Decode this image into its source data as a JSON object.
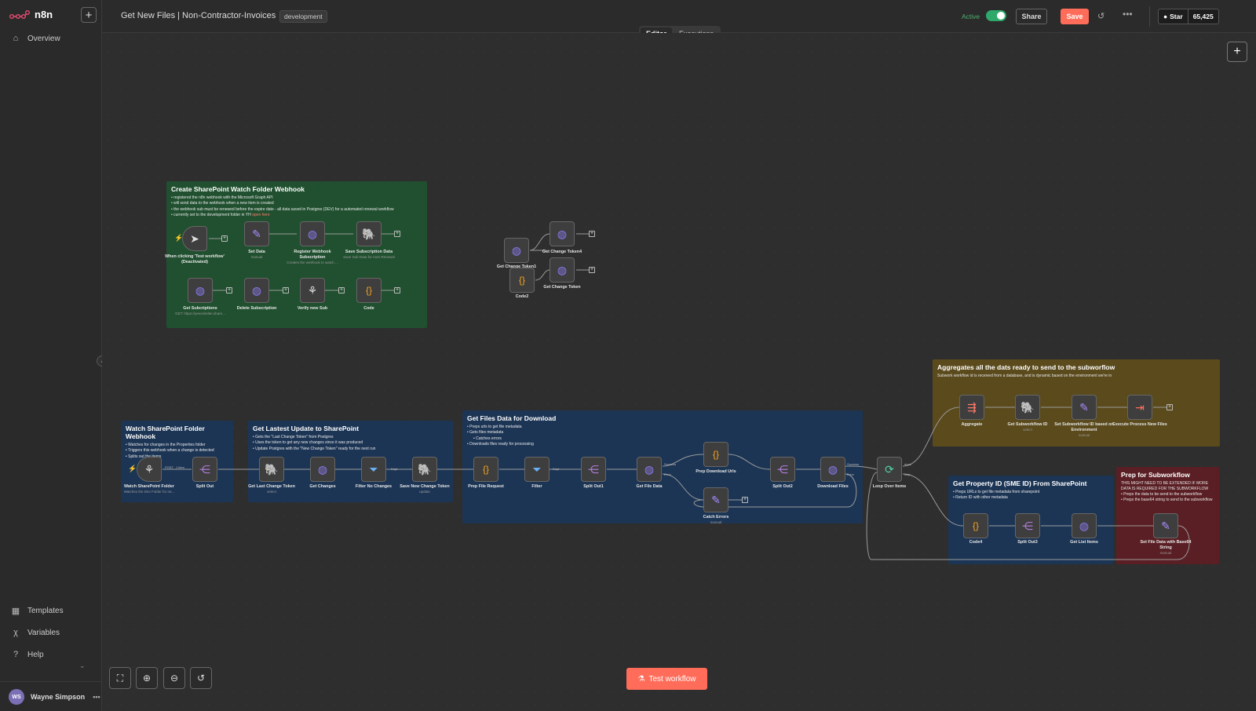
{
  "app": {
    "name": "n8n"
  },
  "sidebar": {
    "items": [
      {
        "label": "Overview",
        "icon": "home-icon"
      },
      {
        "label": "Templates",
        "icon": "templates-icon"
      },
      {
        "label": "Variables",
        "icon": "variables-icon"
      },
      {
        "label": "Help",
        "icon": "help-icon"
      }
    ],
    "user": {
      "initials": "WS",
      "name": "Wayne Simpson"
    }
  },
  "header": {
    "workflow_title": "Get New Files | Non-Contractor-Invoices",
    "tag": "development",
    "active_label": "Active",
    "share_label": "Share",
    "save_label": "Save",
    "github_star": "Star",
    "github_count": "65,425",
    "tabs": [
      "Editor",
      "Executions"
    ]
  },
  "stickies": {
    "webhook_setup": {
      "title": "Create SharePoint Watch Folder Webhook",
      "bullets": [
        "registered the n8n webhook with the Microsoft Graph API",
        "will send data to the webhook when a new item is created",
        "the webhook sub must be renewed before the expire date - all data saved in Postgres (DEV) for a automated renewal workflow",
        "currently set to the development folder in YH"
      ],
      "link": "open here"
    },
    "watch": {
      "title": "Watch SharePoint Folder Webhook",
      "bullets": [
        "Watches for changes in the Properties folder",
        "Triggers this webhook when a change is detected",
        "Splits out the items"
      ]
    },
    "latest": {
      "title": "Get Lastest Update to SharePoint",
      "bullets": [
        "Gets the \"Last Change Token\" from Postgres",
        "Uses the token to get any new changes since it was produced",
        "Update Postgres with the \"New Change Token\" ready for the next run"
      ]
    },
    "files": {
      "title": "Get Files Data for Download",
      "bullets": [
        "Preps urls to get file metadata",
        "Gets files metadata",
        "Catches errors",
        "Downloads files ready for processing"
      ]
    },
    "aggregate": {
      "title": "Aggregates all the dats ready to send to the subworflow",
      "sub": "Subwork workflow id is received from a database, and is dynamic based on the environment we're in"
    },
    "property": {
      "title": "Get Property ID (SME ID) From SharePoint",
      "bullets": [
        "Preps URLs to get file metadata from sharepoint",
        "Return ID with other metadata"
      ]
    },
    "prep": {
      "title": "Prep for Subworkflow",
      "sub": "THIS MIGHT NEED TO BE EXTENDED IF MORE DATA IS REQUIRED FOR THE SUBWORKFLOW",
      "bullets": [
        "Preps the data to be send to the subworkflow",
        "Preps the base64 string to send to the subworkflow"
      ]
    }
  },
  "nodes": {
    "manual_trigger": {
      "label": "When clicking 'Test workflow' (Deactivated)",
      "icon": "cursor-icon"
    },
    "set_data": {
      "label": "Set Data",
      "sub": "manual",
      "icon": "pencil-icon"
    },
    "register_webhook": {
      "label": "Register Webhook Subscription",
      "sub": "Creates the webhook to watch ...",
      "icon": "globe-icon"
    },
    "save_sub": {
      "label": "Save Subscription Data",
      "sub": "Save Sub Data for Auto Renewal",
      "icon": "postgres-icon"
    },
    "get_subs": {
      "label": "Get Subcriptions",
      "sub": "GET: https://yeexshelter.share...",
      "icon": "globe-icon"
    },
    "delete_sub": {
      "label": "Delete Subscription",
      "icon": "globe-icon"
    },
    "verify_sub": {
      "label": "Verify new Sub",
      "icon": "webhook-icon"
    },
    "code": {
      "label": "Code",
      "icon": "code-icon"
    },
    "change_token1": {
      "label": "Get Change Token1",
      "icon": "globe-icon"
    },
    "change_token4": {
      "label": "Get Change Token4",
      "icon": "globe-icon"
    },
    "code2": {
      "label": "Code2",
      "icon": "code-icon"
    },
    "change_token": {
      "label": "Get Change Token",
      "icon": "globe-icon"
    },
    "watch_folder": {
      "label": "Watch SharePoint Folder",
      "sub": "Watches the Dev Folder for ne...",
      "icon": "webhook-icon"
    },
    "split_out": {
      "label": "Split Out",
      "icon": "split-icon"
    },
    "last_token": {
      "label": "Get Last Change Token",
      "sub": "select",
      "icon": "postgres-icon"
    },
    "get_changes": {
      "label": "Get Changes",
      "icon": "globe-icon"
    },
    "filter_no_changes": {
      "label": "Filter No Changes",
      "icon": "filter-icon"
    },
    "save_token": {
      "label": "Save New Change Token",
      "sub": "update",
      "icon": "postgres-icon"
    },
    "prep_file": {
      "label": "Prep File Request",
      "icon": "code-icon"
    },
    "filter": {
      "label": "Filter",
      "icon": "filter-icon"
    },
    "split_out1": {
      "label": "Split Out1",
      "icon": "split-icon"
    },
    "get_file_data": {
      "label": "Get File Data",
      "icon": "globe-icon"
    },
    "prep_urls": {
      "label": "Prep Download Urls",
      "icon": "code-icon"
    },
    "catch_errors": {
      "label": "Catch Errors",
      "sub": "manual",
      "icon": "pencil-icon"
    },
    "split_out2": {
      "label": "Split Out2",
      "icon": "split-icon"
    },
    "download_files": {
      "label": "Download Files",
      "icon": "globe-icon"
    },
    "loop": {
      "label": "Loop Over Items",
      "icon": "loop-icon"
    },
    "aggregate": {
      "label": "Aggregate",
      "icon": "aggregate-icon"
    },
    "get_subwf_id": {
      "label": "Get Subworkflow ID",
      "sub": "select",
      "icon": "postgres-icon"
    },
    "set_subwf_id": {
      "label": "Set Subworkflow ID based on Environment",
      "sub": "manual",
      "icon": "pencil-icon"
    },
    "execute": {
      "label": "Execute Process New Files",
      "icon": "execute-icon"
    },
    "code4": {
      "label": "Code4",
      "icon": "code-icon"
    },
    "split_out3": {
      "label": "Split Out3",
      "icon": "split-icon"
    },
    "get_list": {
      "label": "Get List Items",
      "icon": "globe-icon"
    },
    "set_file_data": {
      "label": "Set File Data with Base64 String",
      "sub": "manual",
      "icon": "pencil-icon"
    }
  },
  "edge_labels": {
    "post": "POST",
    "item": "1 item",
    "kept": "Kept",
    "success": "Success",
    "error": "Error",
    "done": "done",
    "loop": "loop"
  },
  "canvas": {
    "test_button": "Test workflow"
  }
}
